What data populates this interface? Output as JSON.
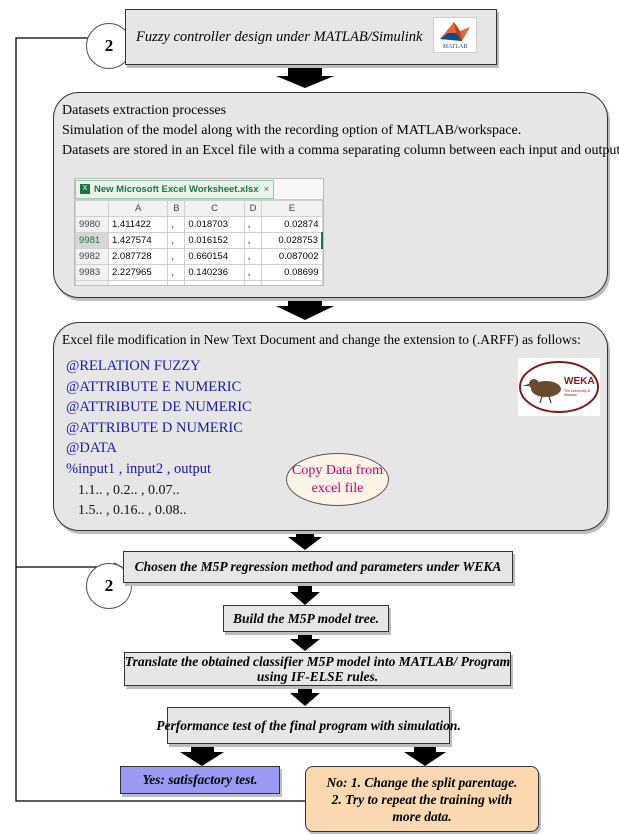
{
  "step1": {
    "number": "2",
    "label": "Fuzzy controller design under MATLAB/Simulink",
    "logo_text": "MATLAB"
  },
  "step2": {
    "lines": [
      "Datasets extraction processes",
      "Simulation of the model along with the recording option of MATLAB/workspace.",
      "Datasets are stored in an Excel file with a comma separating column between each input and output."
    ],
    "excel": {
      "tab_label": "New Microsoft Excel Worksheet.xlsx",
      "tab_close": "×",
      "columns": [
        "",
        "A",
        "B",
        "C",
        "D",
        "E"
      ],
      "rows": [
        [
          "9980",
          "1.411422",
          ",",
          "0.018703",
          ",",
          "0.02874"
        ],
        [
          "9981",
          "1.427574",
          ",",
          "0.016152",
          ",",
          "0.028753"
        ],
        [
          "9982",
          "2.087728",
          ",",
          "0.660154",
          ",",
          "0.087002"
        ],
        [
          "9983",
          "2.227965",
          ",",
          "0.140236",
          ",",
          "0.08699"
        ]
      ]
    }
  },
  "step3": {
    "title": "Excel file modification in New Text Document and change the extension to  (.ARFF) as follows:",
    "code": [
      "@RELATION FUZZY",
      "@ATTRIBUTE E NUMERIC",
      "@ATTRIBUTE DE NUMERIC",
      "@ATTRIBUTE D NUMERIC",
      "@DATA",
      "%input1 , input2 , output"
    ],
    "values": [
      "1.1.. , 0.2.. , 0.07..",
      "1.5.. , 0.16.. , 0.08.."
    ],
    "callout": [
      "Copy Data from",
      "excel file"
    ],
    "logo_text": "WEKA",
    "logo_subtext": "The University of Waikato"
  },
  "step4": {
    "number": "2",
    "label": "Chosen the M5P regression method and parameters under WEKA"
  },
  "step5": {
    "label": "Build the M5P model tree."
  },
  "step6": {
    "line1": "Translate the obtained classifier M5P model into MATLAB/ Program",
    "line2": "using IF-ELSE rules."
  },
  "step7": {
    "label": "Performance test of the final program with simulation."
  },
  "yes": {
    "label": "Yes: satisfactory test."
  },
  "no": {
    "line1": "No: 1. Change the split parentage.",
    "line2": "2. Try to repeat the training with",
    "line3": "more data."
  },
  "colors": {
    "box_fill": "#e6e6e6",
    "yes_fill": "#9a9af2",
    "no_fill": "#fbd8b0",
    "code_blue": "#1a1aa8",
    "callout_text": "#c0006b",
    "excel_green": "#217346"
  }
}
